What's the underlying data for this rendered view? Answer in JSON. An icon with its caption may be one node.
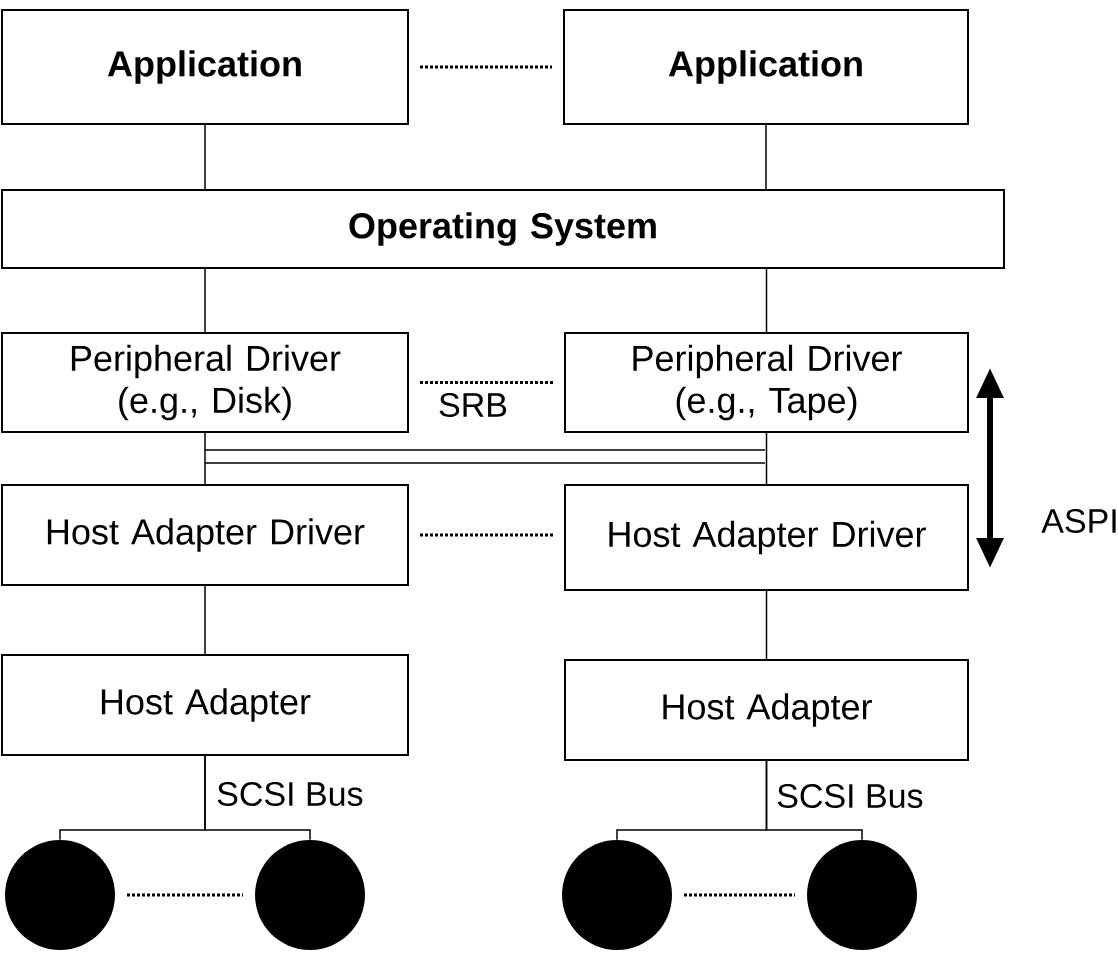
{
  "diagram": {
    "nodes": [
      {
        "text": [
          "Application"
        ]
      },
      {
        "text": [
          "Application"
        ]
      },
      {
        "text": [
          "Operating System"
        ]
      },
      {
        "text": [
          "Peripheral Driver (e.g., Disk)"
        ]
      },
      {
        "text": [
          "Peripheral Driver (e.g., Tape)"
        ]
      },
      {
        "text": [
          "Host Adapter Driver"
        ]
      },
      {
        "text": [
          "Host Adapter Driver"
        ]
      },
      {
        "text": [
          "Host Adapter"
        ]
      },
      {
        "text": [
          "Host Adapter"
        ]
      },
      {
        "text": [],
        "shape": "circle"
      },
      {
        "text": [],
        "shape": "circle"
      },
      {
        "text": [],
        "shape": "circle"
      },
      {
        "text": [],
        "shape": "circle"
      }
    ],
    "edges": [
      {
        "from": 0,
        "to": 1,
        "arrow": "none",
        "style": "dashed"
      },
      {
        "from": 0,
        "to": 2,
        "arrow": "none"
      },
      {
        "from": 1,
        "to": 2,
        "arrow": "none"
      },
      {
        "from": 2,
        "to": 3,
        "arrow": "none"
      },
      {
        "from": 2,
        "to": 4,
        "arrow": "none"
      },
      {
        "from": 3,
        "to": 4,
        "arrow": "none",
        "style": "dashed"
      },
      {
        "from": 3,
        "to": 5,
        "arrow": "none"
      },
      {
        "from": 4,
        "to": 6,
        "arrow": "none"
      },
      {
        "from": 5,
        "to": 6,
        "arrow": "none",
        "style": "dashed"
      },
      {
        "from": 5,
        "to": 7,
        "arrow": "none"
      },
      {
        "from": 6,
        "to": 8,
        "arrow": "none"
      },
      {
        "from": 7,
        "to": 9,
        "arrow": "none"
      },
      {
        "from": 7,
        "to": 10,
        "arrow": "none"
      },
      {
        "from": 8,
        "to": 11,
        "arrow": "none"
      },
      {
        "from": 8,
        "to": 12,
        "arrow": "none"
      },
      {
        "from": 9,
        "to": 10,
        "arrow": "none",
        "style": "dashed"
      },
      {
        "from": 11,
        "to": 12,
        "arrow": "none",
        "style": "dashed"
      }
    ],
    "labels": [
      "SRB",
      "ASPI",
      "SCSI Bus",
      "SCSI Bus"
    ]
  }
}
